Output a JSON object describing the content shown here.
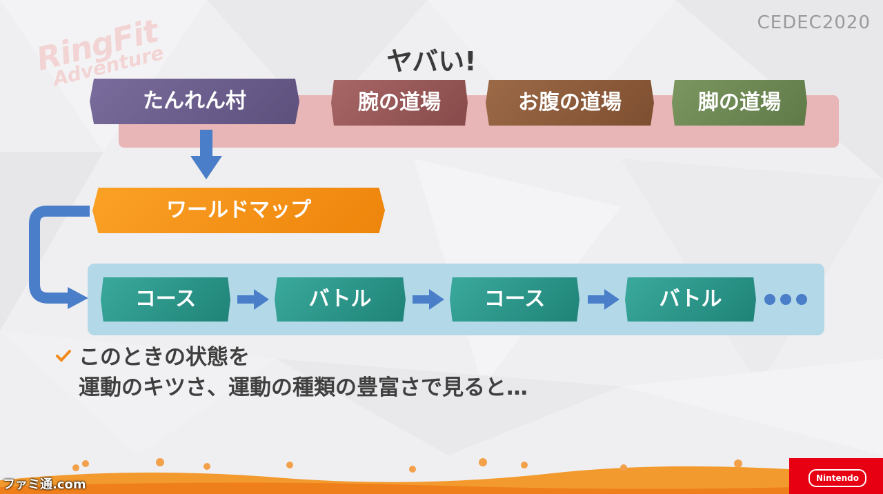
{
  "header": {
    "logo_line1": "RingFit",
    "logo_line2": "Adventure",
    "event": "CEDEC2020",
    "title": "ヤバい!"
  },
  "top_row": {
    "village": "たんれん村",
    "dojos": [
      "腕の道場",
      "お腹の道場",
      "脚の道場"
    ],
    "colors": {
      "village": "#6d5f8e",
      "arm": "#9b5a5a",
      "belly": "#8f5e3e",
      "leg": "#6f8a55"
    }
  },
  "world_map": {
    "label": "ワールドマップ",
    "color": "#f5920f"
  },
  "flow": {
    "steps": [
      "コース",
      "バトル",
      "コース",
      "バトル"
    ],
    "arrow_color": "#4a7ec9",
    "tag_color": "#2a9688"
  },
  "bullet": {
    "line1": "このときの状態を",
    "line2": "運動のキツさ、運動の種類の豊富さで見ると…",
    "check_color": "#f08a1c"
  },
  "footer": {
    "brand": "Nintendo",
    "watermark": "ファミ通.com",
    "brand_color": "#e60012"
  }
}
